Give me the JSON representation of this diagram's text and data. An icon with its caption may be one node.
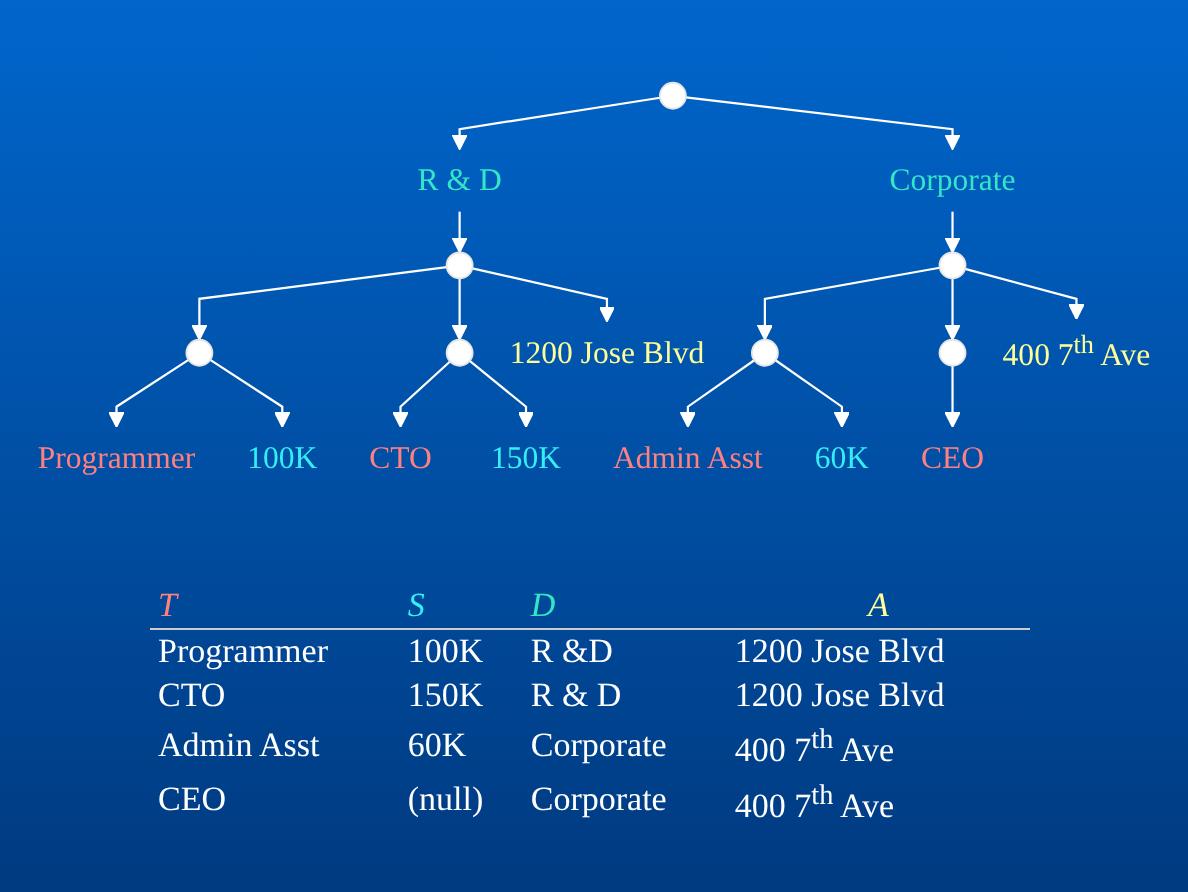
{
  "diagram": {
    "nodes": [
      {
        "text": [],
        "shape": "dot"
      },
      {
        "text": [
          "R & D"
        ]
      },
      {
        "text": [
          "Corporate"
        ]
      },
      {
        "text": [],
        "shape": "dot"
      },
      {
        "text": [],
        "shape": "dot"
      },
      {
        "text": [],
        "shape": "dot"
      },
      {
        "text": [
          "1200 Jose Blvd"
        ]
      },
      {
        "text": [
          "Programmer"
        ]
      },
      {
        "text": [
          "100K"
        ]
      },
      {
        "text": [
          "CTO"
        ]
      },
      {
        "text": [
          "150K"
        ]
      },
      {
        "text": [],
        "shape": "dot"
      },
      {
        "text": [],
        "shape": "dot"
      },
      {
        "text": [],
        "shape": "dot"
      },
      {
        "text": [
          "400 7$^{th}$ Ave"
        ]
      },
      {
        "text": [
          "Admin Asst"
        ]
      },
      {
        "text": [
          "60K"
        ]
      },
      {
        "text": [
          "CEO"
        ]
      }
    ],
    "edges": [
      {
        "from": 0,
        "to": 1,
        "arrow": "to"
      },
      {
        "from": 0,
        "to": 2,
        "arrow": "to"
      },
      {
        "from": 1,
        "to": 3,
        "arrow": "to"
      },
      {
        "from": 3,
        "to": 4,
        "arrow": "to"
      },
      {
        "from": 3,
        "to": 5,
        "arrow": "to"
      },
      {
        "from": 3,
        "to": 6,
        "arrow": "to"
      },
      {
        "from": 4,
        "to": 7,
        "arrow": "to"
      },
      {
        "from": 4,
        "to": 8,
        "arrow": "to"
      },
      {
        "from": 5,
        "to": 9,
        "arrow": "to"
      },
      {
        "from": 5,
        "to": 10,
        "arrow": "to"
      },
      {
        "from": 2,
        "to": 11,
        "arrow": "to"
      },
      {
        "from": 11,
        "to": 12,
        "arrow": "to"
      },
      {
        "from": 11,
        "to": 13,
        "arrow": "to"
      },
      {
        "from": 11,
        "to": 14,
        "arrow": "to"
      },
      {
        "from": 12,
        "to": 15,
        "arrow": "to"
      },
      {
        "from": 12,
        "to": 16,
        "arrow": "to"
      },
      {
        "from": 13,
        "to": 17,
        "arrow": "to"
      }
    ],
    "labels": [
      "T",
      "S",
      "D",
      "A",
      "Programmer",
      "100K",
      "R &D",
      "1200 Jose Blvd",
      "CTO",
      "150K",
      "R & D",
      "1200 Jose Blvd",
      "Admin Asst",
      "60K",
      "Corporate",
      "400 7$^{th}$ Ave",
      "CEO",
      "(null)",
      "Corporate",
      "400 7$^{th}$ Ave"
    ]
  }
}
